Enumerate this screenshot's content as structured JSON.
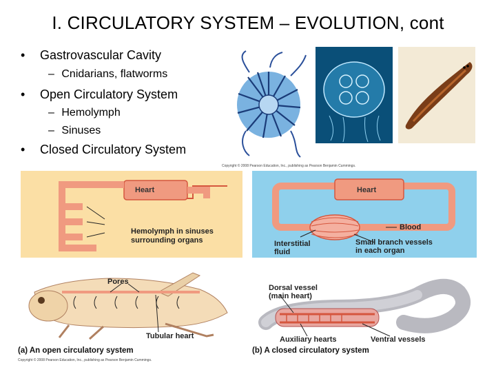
{
  "slide": {
    "title": "I.  CIRCULATORY SYSTEM – EVOLUTION, cont",
    "bullets": [
      {
        "text": "Gastrovascular Cavity",
        "sub": [
          "Cnidarians, flatworms"
        ]
      },
      {
        "text": "Open Circulatory System",
        "sub": [
          "Hemolymph",
          "Sinuses"
        ]
      },
      {
        "text": "Closed Circulatory System",
        "sub": []
      }
    ],
    "bullet_char": "•",
    "dash_char": "–"
  },
  "figure": {
    "open": {
      "heart_label": "Heart",
      "hemolymph_label_1": "Hemolymph in sinuses",
      "hemolymph_label_2": "surrounding organs",
      "pores_label": "Pores",
      "tubular_label": "Tubular heart",
      "caption": "(a) An open circulatory system"
    },
    "closed": {
      "heart_label": "Heart",
      "blood_label": "Blood",
      "interstitial_1": "Interstitial",
      "interstitial_2": "fluid",
      "branch_1": "Small branch vessels",
      "branch_2": "in each organ",
      "dorsal_1": "Dorsal vessel",
      "dorsal_2": "(main heart)",
      "auxiliary_label": "Auxiliary hearts",
      "ventral_label": "Ventral vessels",
      "caption": "(b) A closed circulatory system"
    },
    "copyright_top": "Copyright © 2008 Pearson Education, Inc., publishing as Pearson Benjamin Cummings.",
    "copyright_bottom": "Copyright © 2008 Pearson Education, Inc., publishing as Pearson Benjamin Cummings."
  },
  "colors": {
    "open_bg": "#fbdfa5",
    "closed_bg": "#8fd0ec",
    "vessel": "#f09a80",
    "vessel_stroke": "#d5563e",
    "jelly_dark": "#1a3b78",
    "jelly_water": "#0c5f86",
    "flatworm_bg": "#f3ead6",
    "flatworm": "#7a3d18"
  }
}
